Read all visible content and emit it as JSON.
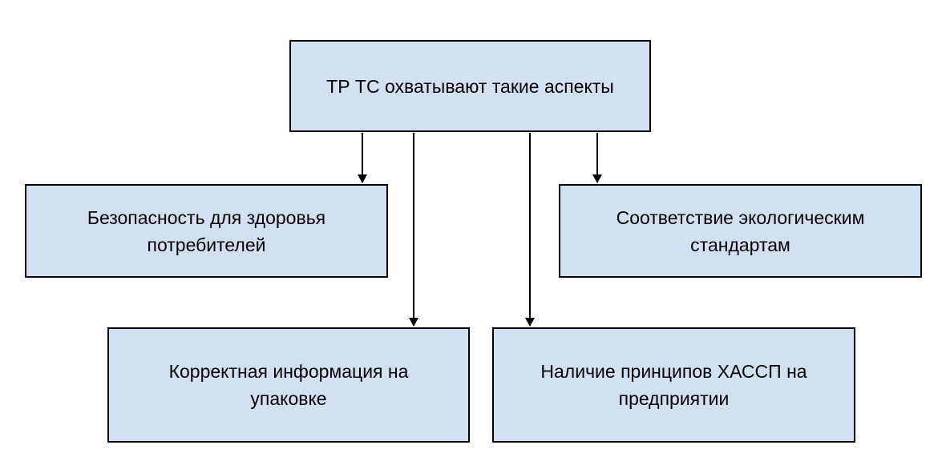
{
  "diagram": {
    "root": {
      "text": "ТР ТС охватывают такие аспекты"
    },
    "aspects": [
      {
        "id": "health",
        "text": "Безопасность для здоровья потребителей"
      },
      {
        "id": "eco",
        "text": "Соответствие экологическим стандартам"
      },
      {
        "id": "pack",
        "text": "Корректная информация на упаковке"
      },
      {
        "id": "haccp",
        "text": "Наличие принципов ХАССП на предприятии"
      }
    ],
    "colors": {
      "box_fill": "#d3e0f1",
      "box_border": "#000000",
      "connector": "#000000",
      "text": "#000000"
    }
  }
}
